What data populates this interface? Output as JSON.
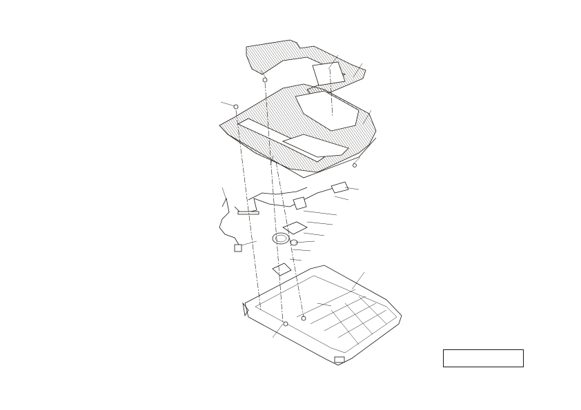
{
  "diagram": {
    "type": "exploded-parts-view",
    "line_color": "#1a1410",
    "background": "#ffffff",
    "parts": [
      "top-cover",
      "upper-frame",
      "cable-assembly",
      "gear",
      "motor",
      "small-bracket",
      "bottom-tray",
      "screws"
    ]
  },
  "label_box": {
    "text": ""
  }
}
